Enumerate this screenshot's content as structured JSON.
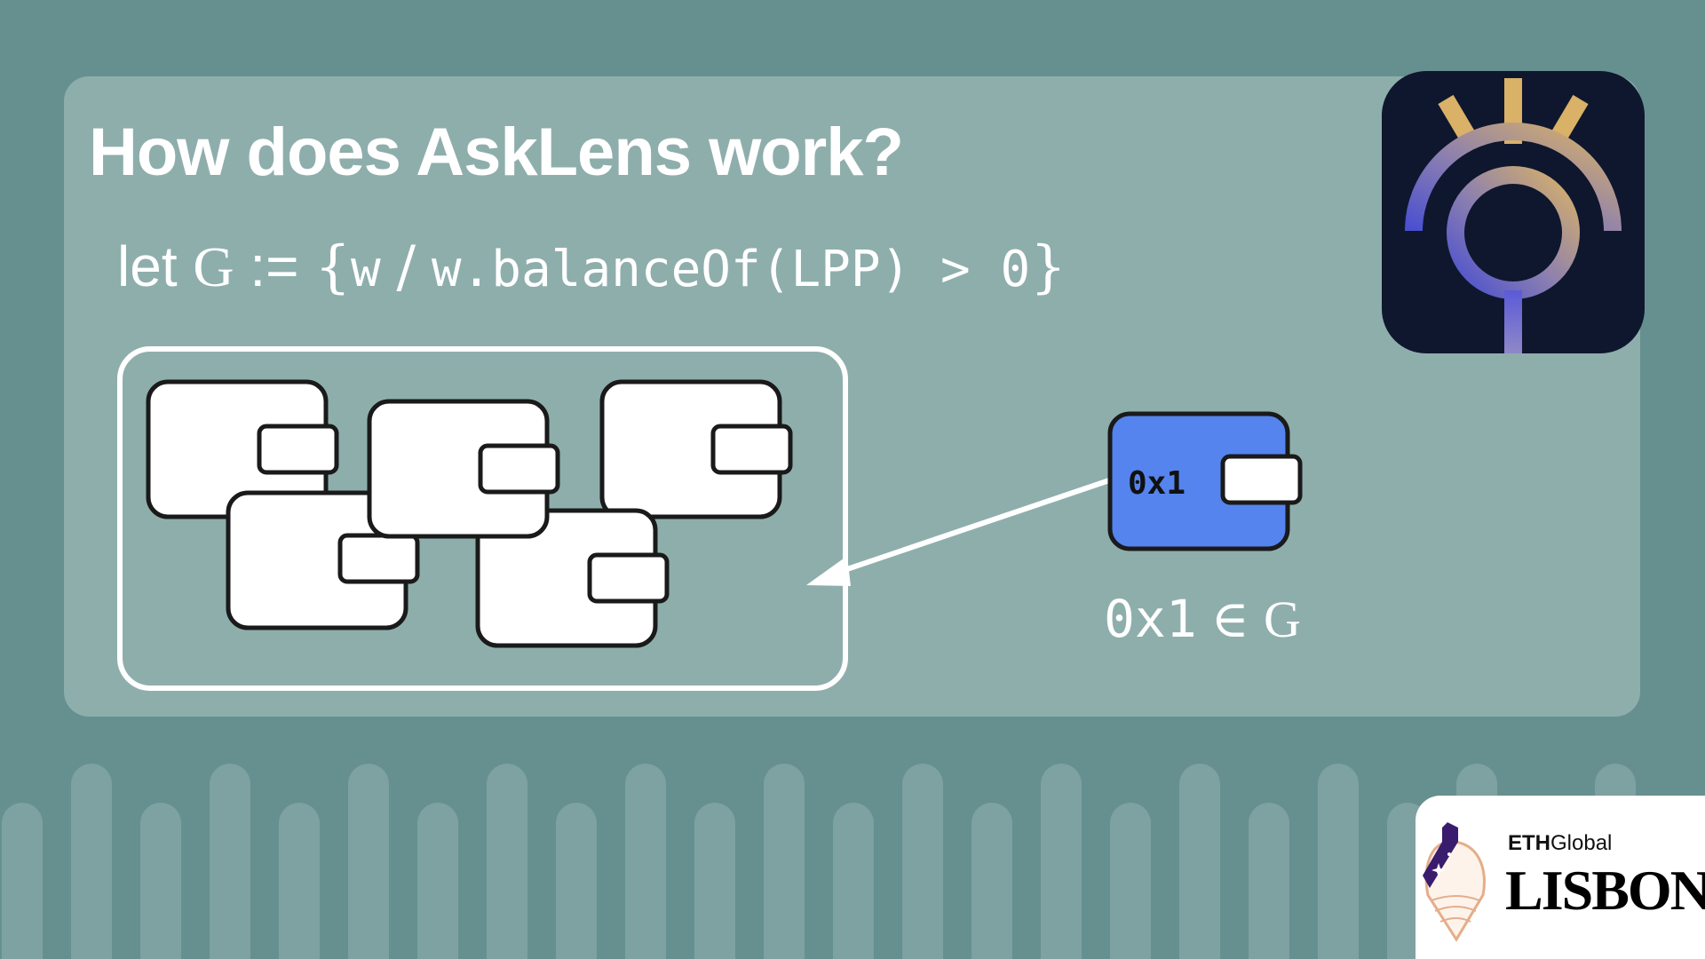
{
  "slide": {
    "title": "How does AskLens work?",
    "formula": {
      "let": "let",
      "set_name": "G",
      "assign": ":=",
      "open_brace": "{",
      "var": "w",
      "separator": "/",
      "condition": "w.balanceOf(LPP) > 0",
      "close_brace": "}"
    },
    "wallet_label": "0x1",
    "membership": {
      "address": "0x1",
      "symbol": "∈",
      "set_name": "G"
    }
  },
  "branding": {
    "ethglobal_prefix": "ETH",
    "ethglobal_suffix": "Global",
    "event_city": "LISBON",
    "logo_icon": "asklens-eye-lens-icon",
    "event_emblem_icon": "ethglobal-lisbon-emblem-icon"
  },
  "colors": {
    "background": "#66908f",
    "panel": "#8eaeac",
    "wallet_highlight": "#5584ee",
    "wallet_default": "#ffffff",
    "logo_background": "#0f172e",
    "logo_gold": "#d9b167",
    "logo_blue": "#4a4fd0"
  }
}
